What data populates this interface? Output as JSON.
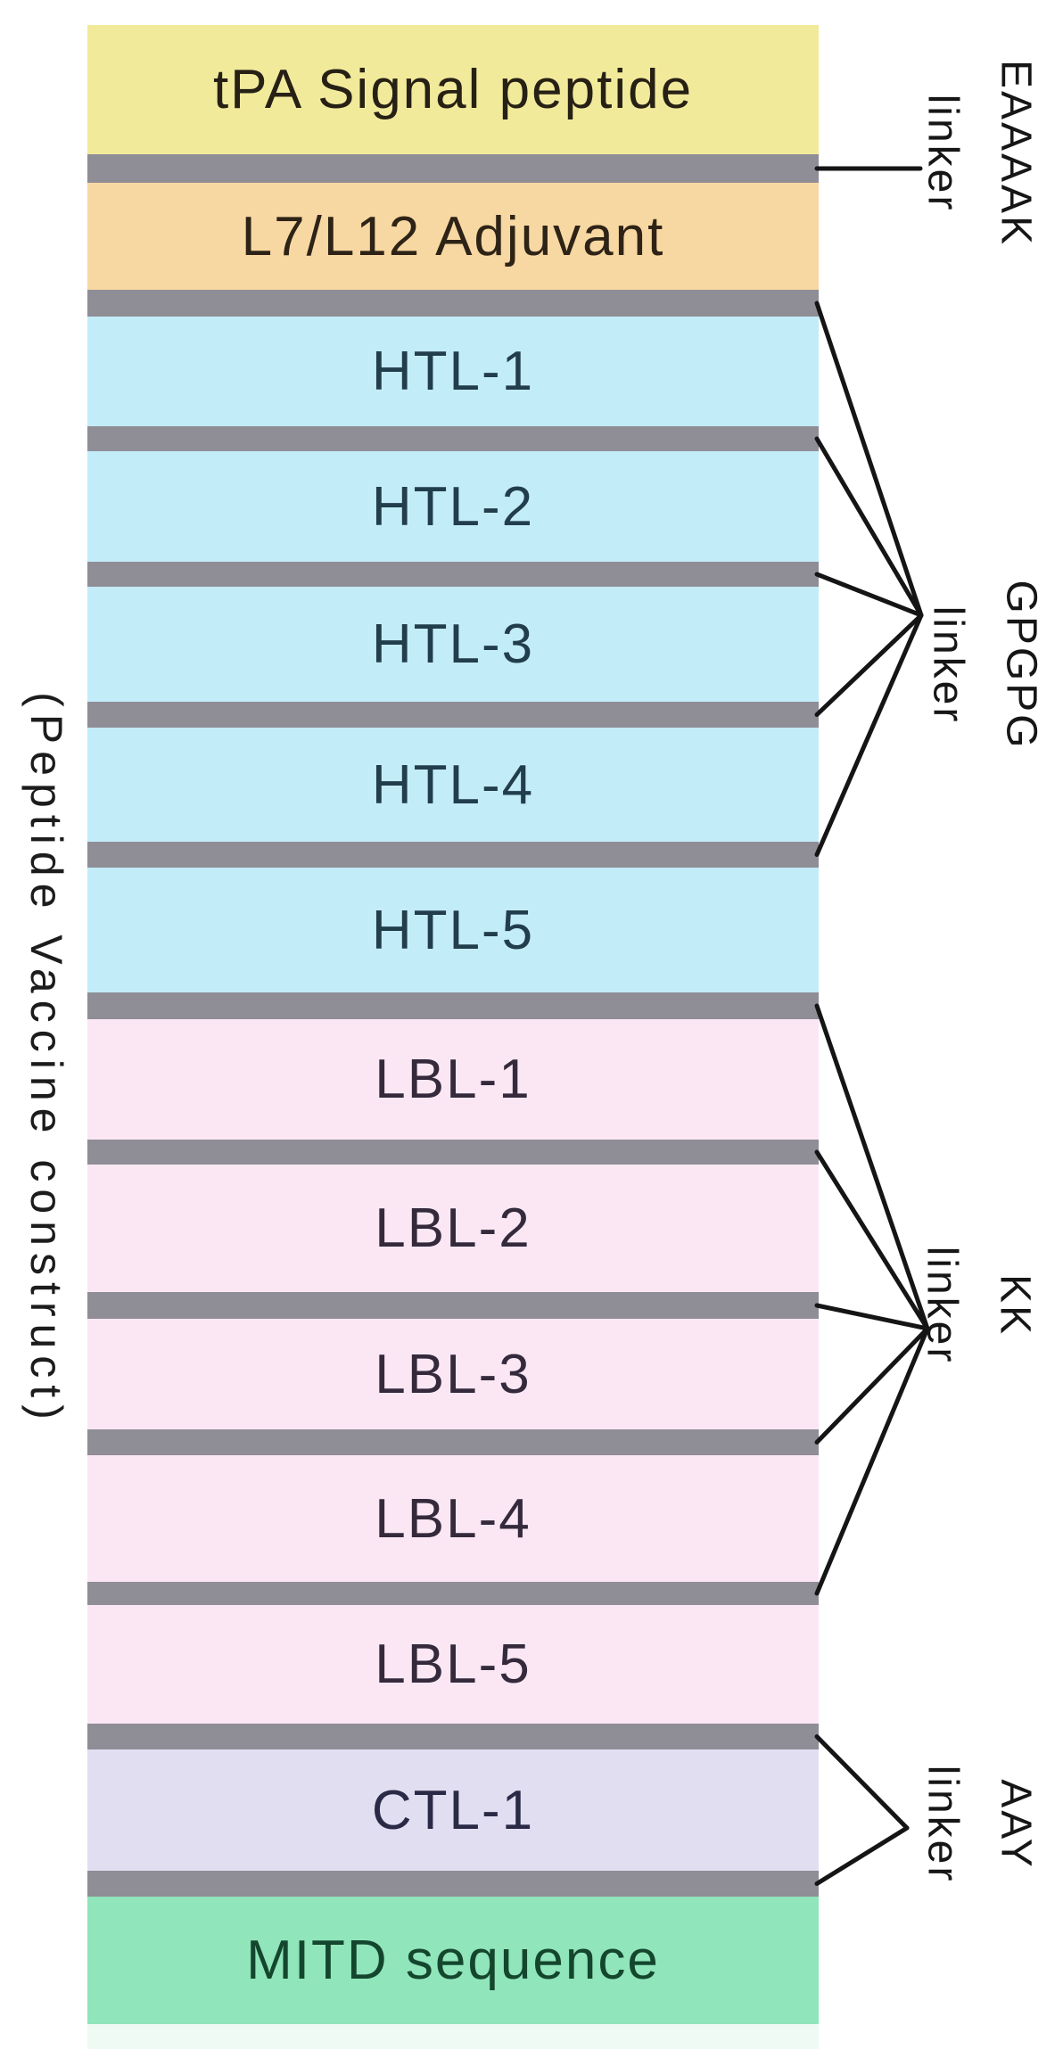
{
  "figure": {
    "side_label": "(Peptide Vaccine construct)",
    "colors": {
      "signal": "#f2ea9b",
      "adjuvant": "#f8d8a2",
      "htl": "#c3ecf9",
      "lbl": "#fbe7f4",
      "ctl": "#e2def2",
      "mitd": "#90e5ba",
      "linker_bar": "#8f8d96",
      "connector_line": "#151515"
    },
    "segments": [
      {
        "id": "tpa",
        "type": "block",
        "label": "tPA Signal peptide",
        "color_key": "signal",
        "text_color": "#262015"
      },
      {
        "id": "linker-1",
        "type": "linker-bar"
      },
      {
        "id": "l7l12",
        "type": "block",
        "label": "L7/L12 Adjuvant",
        "color_key": "adjuvant",
        "text_color": "#2e2317"
      },
      {
        "id": "linker-2",
        "type": "linker-bar"
      },
      {
        "id": "htl-1",
        "type": "block",
        "label": "HTL-1",
        "color_key": "htl",
        "text_color": "#223d4c"
      },
      {
        "id": "linker-3",
        "type": "linker-bar"
      },
      {
        "id": "htl-2",
        "type": "block",
        "label": "HTL-2",
        "color_key": "htl",
        "text_color": "#223d4c"
      },
      {
        "id": "linker-4",
        "type": "linker-bar"
      },
      {
        "id": "htl-3",
        "type": "block",
        "label": "HTL-3",
        "color_key": "htl",
        "text_color": "#223d4c"
      },
      {
        "id": "linker-5",
        "type": "linker-bar"
      },
      {
        "id": "htl-4",
        "type": "block",
        "label": "HTL-4",
        "color_key": "htl",
        "text_color": "#223d4c"
      },
      {
        "id": "linker-6",
        "type": "linker-bar"
      },
      {
        "id": "htl-5",
        "type": "block",
        "label": "HTL-5",
        "color_key": "htl",
        "text_color": "#223d4c"
      },
      {
        "id": "linker-7",
        "type": "linker-bar"
      },
      {
        "id": "lbl-1",
        "type": "block",
        "label": "LBL-1",
        "color_key": "lbl",
        "text_color": "#342a3c"
      },
      {
        "id": "linker-8",
        "type": "linker-bar"
      },
      {
        "id": "lbl-2",
        "type": "block",
        "label": "LBL-2",
        "color_key": "lbl",
        "text_color": "#342a3c"
      },
      {
        "id": "linker-9",
        "type": "linker-bar"
      },
      {
        "id": "lbl-3",
        "type": "block",
        "label": "LBL-3",
        "color_key": "lbl",
        "text_color": "#342a3c"
      },
      {
        "id": "linker-10",
        "type": "linker-bar"
      },
      {
        "id": "lbl-4",
        "type": "block",
        "label": "LBL-4",
        "color_key": "lbl",
        "text_color": "#342a3c"
      },
      {
        "id": "linker-11",
        "type": "linker-bar"
      },
      {
        "id": "lbl-5",
        "type": "block",
        "label": "LBL-5",
        "color_key": "lbl",
        "text_color": "#342a3c"
      },
      {
        "id": "linker-12",
        "type": "linker-bar"
      },
      {
        "id": "ctl-1",
        "type": "block",
        "label": "CTL-1",
        "color_key": "ctl",
        "text_color": "#2a2a47"
      },
      {
        "id": "linker-13",
        "type": "linker-bar"
      },
      {
        "id": "mitd",
        "type": "block",
        "label": "MITD sequence",
        "color_key": "mitd",
        "text_color": "#14462e"
      }
    ],
    "linker_labels": [
      {
        "id": "eaaaak",
        "lines": [
          "EAAAAK",
          "linker"
        ],
        "connects": [
          "linker-1"
        ]
      },
      {
        "id": "gpgpg",
        "lines": [
          "GPGPG",
          "linker"
        ],
        "connects": [
          "linker-2",
          "linker-3",
          "linker-4",
          "linker-5",
          "linker-6"
        ]
      },
      {
        "id": "kk",
        "lines": [
          "KK",
          "linker"
        ],
        "connects": [
          "linker-7",
          "linker-8",
          "linker-9",
          "linker-10",
          "linker-11"
        ]
      },
      {
        "id": "aay",
        "lines": [
          "AAY",
          "linker"
        ],
        "connects": [
          "linker-12",
          "linker-13"
        ]
      }
    ]
  }
}
